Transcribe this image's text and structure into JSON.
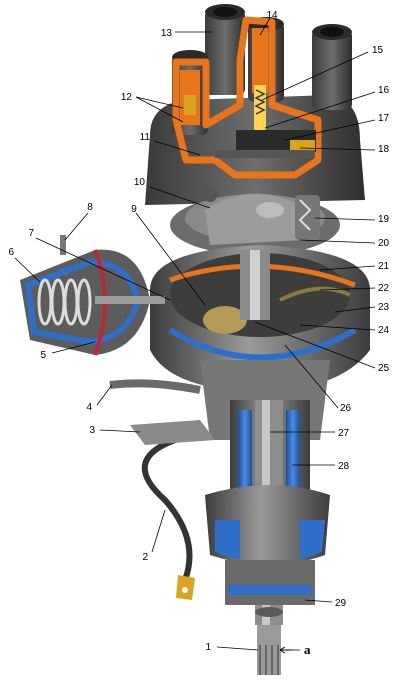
{
  "diagram": {
    "callouts": [
      {
        "id": "1",
        "label": "1"
      },
      {
        "id": "2",
        "label": "2"
      },
      {
        "id": "3",
        "label": "3"
      },
      {
        "id": "4",
        "label": "4"
      },
      {
        "id": "5",
        "label": "5"
      },
      {
        "id": "6",
        "label": "6"
      },
      {
        "id": "7",
        "label": "7"
      },
      {
        "id": "8",
        "label": "8"
      },
      {
        "id": "9",
        "label": "9"
      },
      {
        "id": "10",
        "label": "10"
      },
      {
        "id": "11",
        "label": "11"
      },
      {
        "id": "12",
        "label": "12"
      },
      {
        "id": "13",
        "label": "13"
      },
      {
        "id": "14",
        "label": "14"
      },
      {
        "id": "15",
        "label": "15"
      },
      {
        "id": "16",
        "label": "16"
      },
      {
        "id": "17",
        "label": "17"
      },
      {
        "id": "18",
        "label": "18"
      },
      {
        "id": "19",
        "label": "19"
      },
      {
        "id": "20",
        "label": "20"
      },
      {
        "id": "21",
        "label": "21"
      },
      {
        "id": "22",
        "label": "22"
      },
      {
        "id": "23",
        "label": "23"
      },
      {
        "id": "24",
        "label": "24"
      },
      {
        "id": "25",
        "label": "25"
      },
      {
        "id": "26",
        "label": "26"
      },
      {
        "id": "27",
        "label": "27"
      },
      {
        "id": "28",
        "label": "28"
      },
      {
        "id": "29",
        "label": "29"
      }
    ],
    "rotation_marker": "a"
  },
  "colors": {
    "metal_dark": "#4a4a4a",
    "metal_mid": "#7a7a7a",
    "metal_light": "#b8b8b8",
    "cap_cutaway": "#e8741c",
    "housing_cutaway": "#2f6fc9",
    "diaphragm": "#c0272d",
    "terminal_brass": "#d9a521"
  }
}
